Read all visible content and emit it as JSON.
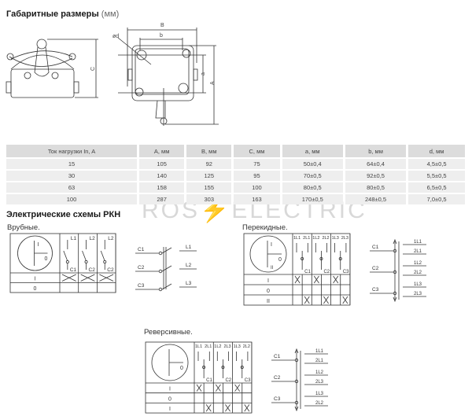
{
  "dimensions_title": {
    "bold": "Габаритные размеры",
    "unit": "(мм)"
  },
  "drawing_labels": {
    "B": "B",
    "b": "b",
    "ød": "ød",
    "a": "a",
    "A": "A",
    "C": "C"
  },
  "dimensions_table": {
    "headers": [
      "Ток нагрузки In, A",
      "A, мм",
      "B, мм",
      "C, мм",
      "a, мм",
      "b, мм",
      "d, мм"
    ],
    "rows": [
      [
        "15",
        "105",
        "92",
        "75",
        "50±0,4",
        "64±0,4",
        "4,5±0,5"
      ],
      [
        "30",
        "140",
        "125",
        "95",
        "70±0,5",
        "92±0,5",
        "5,5±0,5"
      ],
      [
        "63",
        "158",
        "155",
        "100",
        "80±0,5",
        "80±0,5",
        "6,5±0,5"
      ],
      [
        "100",
        "287",
        "303",
        "163",
        "170±0,5",
        "248±0,5",
        "7,0±0,5"
      ]
    ]
  },
  "watermark": {
    "left": "ROS",
    "bolt": "⚡",
    "right": "ELECTRIC"
  },
  "schemes_title": "Электрические схемы РКН",
  "schemes": [
    {
      "title": "Врубные.",
      "dial": {
        "top": "I",
        "right": "0",
        "bottom": ""
      },
      "sub": 1,
      "headers": [
        "L1",
        "L2",
        "L2"
      ],
      "bottoms": [
        "C1",
        "C2",
        "C2"
      ],
      "rows": [
        {
          "label": "I",
          "marks": [
            1,
            1,
            1
          ]
        },
        {
          "label": "0",
          "marks": [
            0,
            0,
            0
          ]
        }
      ],
      "diagram": {
        "left": [
          "C1",
          "C2",
          "C3"
        ],
        "right": [
          "L1",
          "L2",
          "L3"
        ]
      }
    },
    {
      "title": "Перекидные.",
      "dial": {
        "top": "I",
        "right": "0",
        "bottom": "II"
      },
      "sub": 2,
      "headers": [
        "1L1",
        "2L1",
        "1L2",
        "2L2",
        "1L3",
        "2L3"
      ],
      "bottoms": [
        "C1",
        "C2",
        "C3"
      ],
      "rows": [
        {
          "label": "I",
          "marks": [
            1,
            0,
            1,
            0,
            1,
            0
          ]
        },
        {
          "label": "0",
          "marks": [
            0,
            0,
            0,
            0,
            0,
            0
          ]
        },
        {
          "label": "II",
          "marks": [
            0,
            1,
            0,
            1,
            0,
            1
          ]
        }
      ],
      "diagram": {
        "left": [
          "C1",
          "C2",
          "C3"
        ],
        "right": [
          "1L1",
          "2L1",
          "1L2",
          "2L2",
          "1L3",
          "2L3"
        ]
      }
    },
    {
      "title": "Реверсивные.",
      "dial": {
        "top": "",
        "right": "0",
        "bottom": ""
      },
      "sub": 2,
      "headers": [
        "1L1",
        "2L1",
        "1L2",
        "2L3",
        "1L3",
        "2L2"
      ],
      "bottoms": [
        "C1",
        "C2",
        "C3"
      ],
      "rows": [
        {
          "label": "I",
          "marks": [
            1,
            0,
            1,
            0,
            1,
            0
          ]
        },
        {
          "label": "0",
          "marks": [
            0,
            0,
            0,
            0,
            0,
            0
          ]
        },
        {
          "label": "I",
          "marks": [
            0,
            1,
            0,
            1,
            0,
            1
          ]
        }
      ],
      "diagram": {
        "left": [
          "C1",
          "C2",
          "C3"
        ],
        "right": [
          "1L1",
          "2L1",
          "1L2",
          "2L3",
          "1L3",
          "2L2"
        ]
      }
    }
  ]
}
